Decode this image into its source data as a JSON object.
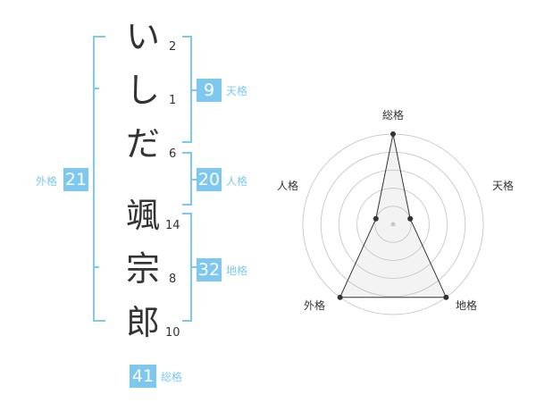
{
  "name_chars": [
    {
      "char": "い",
      "strokes": "2"
    },
    {
      "char": "し",
      "strokes": "1"
    },
    {
      "char": "だ",
      "strokes": "6"
    },
    {
      "char": "颯",
      "strokes": "14"
    },
    {
      "char": "宗",
      "strokes": "8"
    },
    {
      "char": "郎",
      "strokes": "10"
    }
  ],
  "kaku": {
    "ten": {
      "value": "9",
      "label": "天格"
    },
    "jin": {
      "value": "20",
      "label": "人格"
    },
    "chi": {
      "value": "32",
      "label": "地格"
    },
    "gai": {
      "value": "21",
      "label": "外格"
    },
    "sou": {
      "value": "41",
      "label": "総格"
    }
  },
  "colors": {
    "accent": "#7ec8f0",
    "text": "#333333",
    "grid": "#cccccc"
  },
  "chart_data": {
    "type": "radar",
    "axes": [
      "総格",
      "天格",
      "地格",
      "外格",
      "人格"
    ],
    "rings": 5,
    "values": [
      5,
      1,
      5,
      5,
      1
    ],
    "max": 5
  }
}
